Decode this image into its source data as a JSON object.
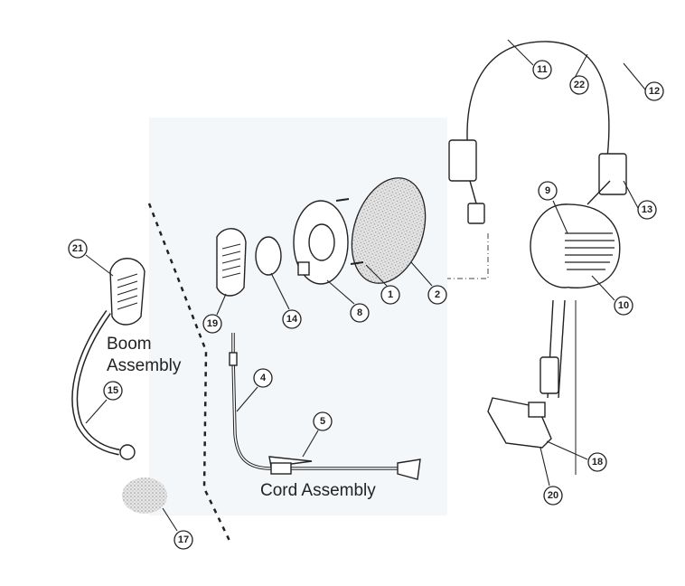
{
  "labels": {
    "boom_line1": "Boom",
    "boom_line2": "Assembly",
    "cord": "Cord Assembly"
  },
  "callouts": {
    "c1": "1",
    "c2": "2",
    "c4": "4",
    "c5": "5",
    "c8": "8",
    "c9": "9",
    "c10": "10",
    "c11": "11",
    "c12": "12",
    "c13": "13",
    "c14": "14",
    "c15": "15",
    "c17": "17",
    "c18": "18",
    "c19": "19",
    "c20": "20",
    "c21": "21",
    "c22": "22"
  },
  "colors": {
    "line": "#222222",
    "foam": "#bdbdbd",
    "backdrop": "#f3f7fa"
  }
}
